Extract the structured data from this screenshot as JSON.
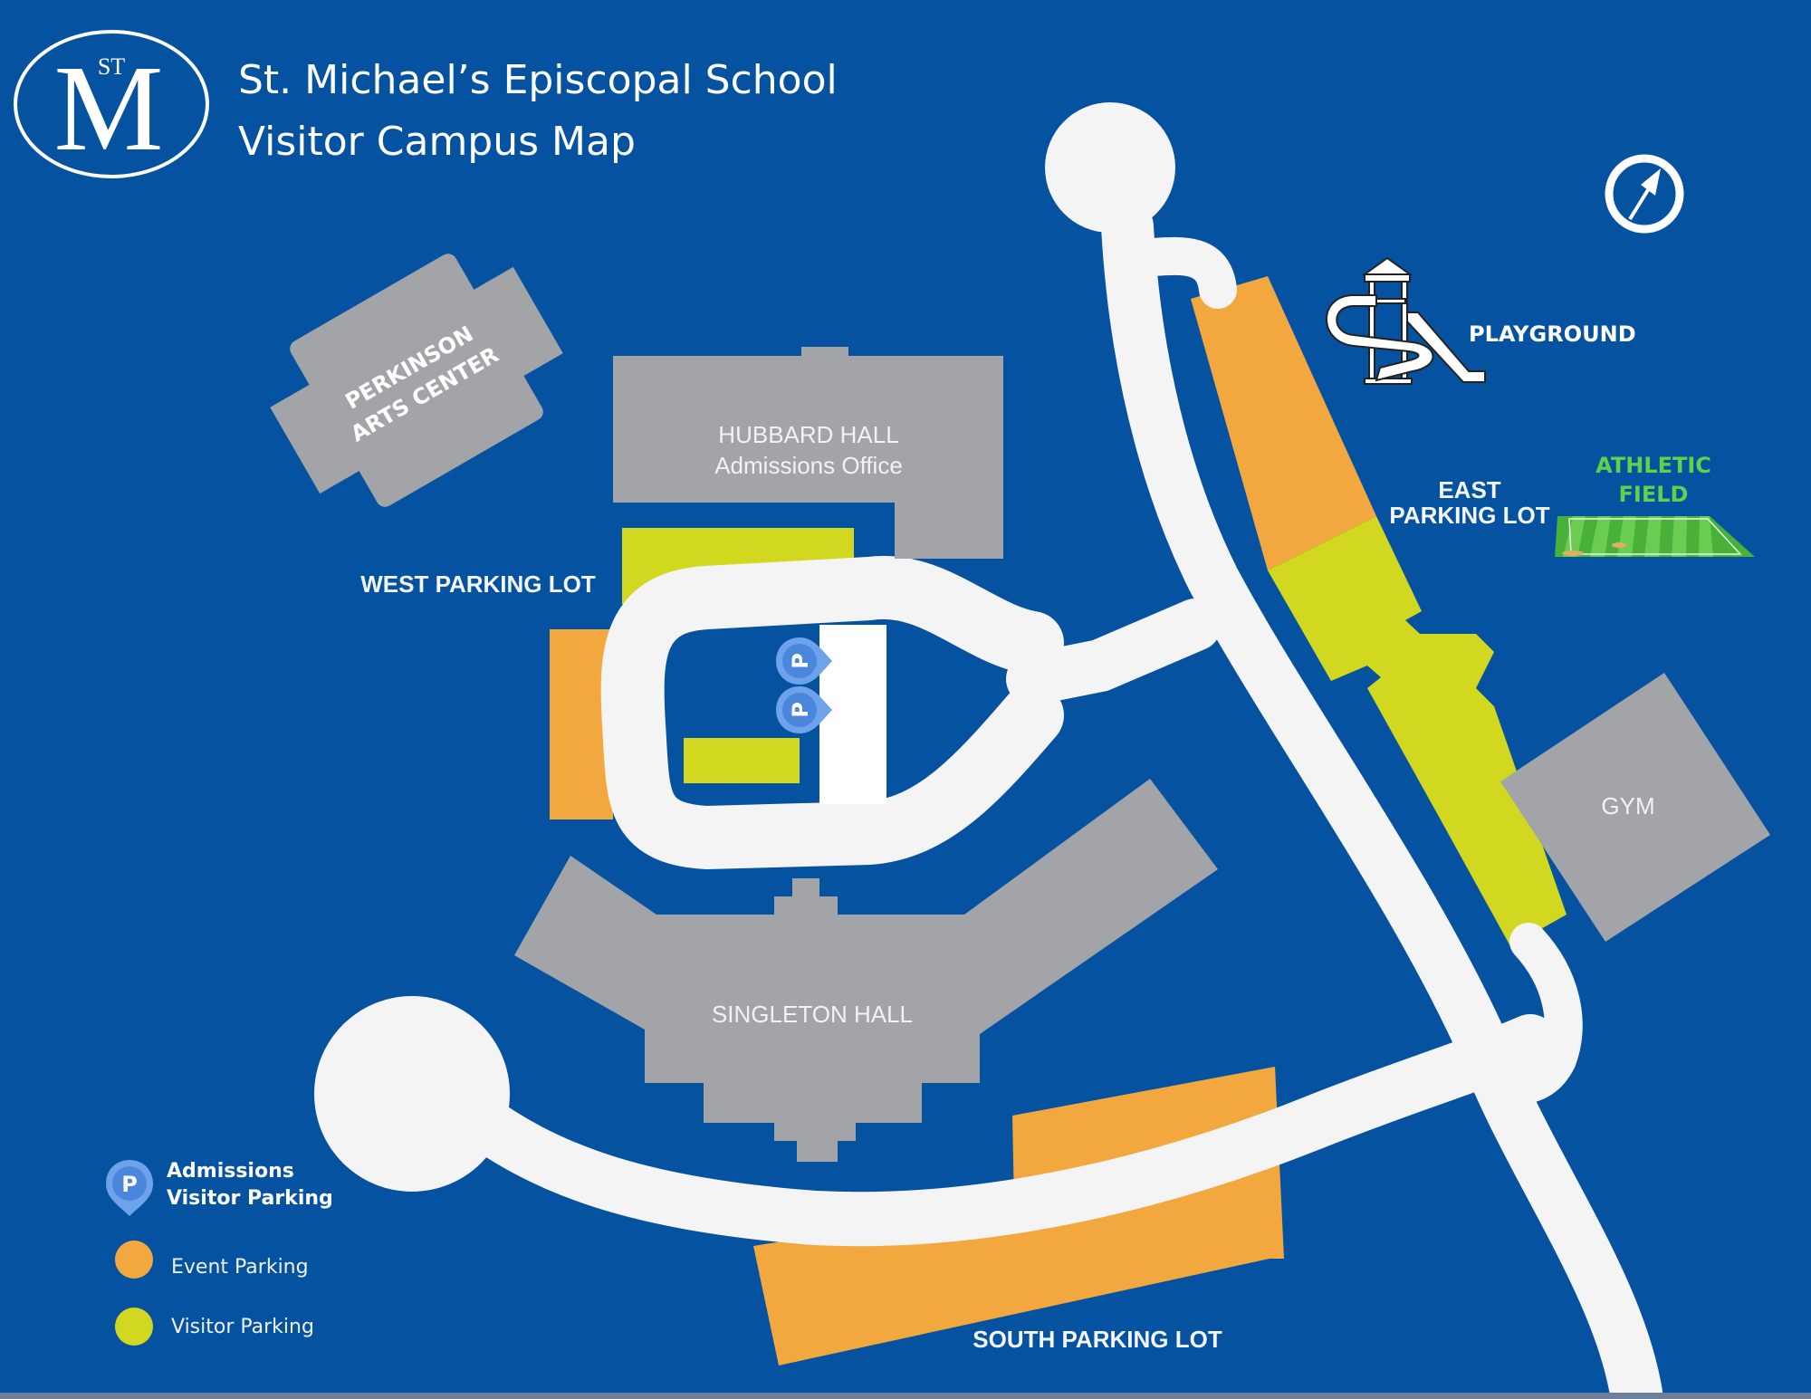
{
  "header": {
    "logo_letters": "M",
    "logo_superscript": "ST",
    "title_line1": "St. Michael’s Episcopal School",
    "title_line2": "Visitor Campus Map"
  },
  "compass": {
    "icon": "north-arrow-icon"
  },
  "buildings": {
    "perkinson": {
      "line1": "PERKINSON",
      "line2": "ARTS CENTER"
    },
    "hubbard": {
      "line1": "HUBBARD HALL",
      "line2": "Admissions Office"
    },
    "singleton": {
      "label": "SINGLETON HALL"
    },
    "gym": {
      "label": "GYM"
    }
  },
  "parking_lots": {
    "west": "WEST PARKING LOT",
    "east_line1": "EAST",
    "east_line2": "PARKING LOT",
    "south": "SOUTH PARKING LOT"
  },
  "points_of_interest": {
    "playground": "PLAYGROUND",
    "athletic_field_line1": "ATHLETIC",
    "athletic_field_line2": "FIELD"
  },
  "markers": {
    "admissions_parking_letter": "P"
  },
  "legend": {
    "items": [
      {
        "icon": "parking-pin-icon",
        "line1": "Admissions",
        "line2": "Visitor Parking"
      },
      {
        "icon": "orange-dot",
        "label": "Event Parking",
        "color": "#f2a83e"
      },
      {
        "icon": "yellow-green-dot",
        "label": "Visitor Parking",
        "color": "#d2d81f"
      }
    ]
  },
  "colors": {
    "background": "#0552a1",
    "road": "#f4f4f4",
    "building": "#a3a4a8",
    "event_parking": "#f2a83e",
    "visitor_parking": "#d2d81f",
    "field_green": "#4fb83f",
    "field_label_green": "#5fd14a",
    "parking_pin": "#4f8fe0"
  }
}
